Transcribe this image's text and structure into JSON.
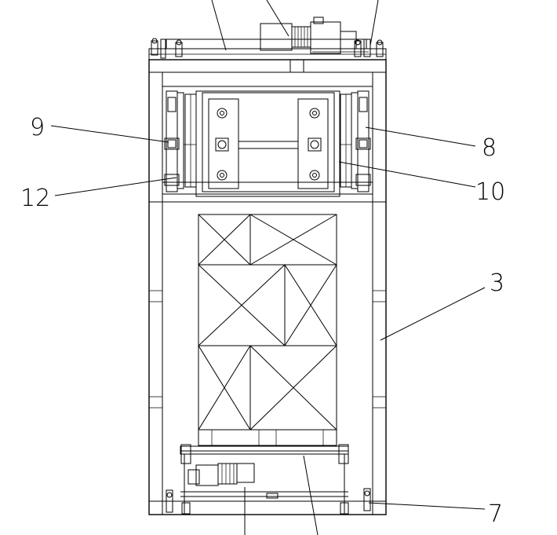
{
  "diagram": {
    "callouts": [
      {
        "id": "c9",
        "text": "9"
      },
      {
        "id": "c12",
        "text": "12"
      },
      {
        "id": "c8",
        "text": "8"
      },
      {
        "id": "c10",
        "text": "10"
      },
      {
        "id": "c3",
        "text": "3"
      },
      {
        "id": "c7",
        "text": "7"
      }
    ]
  }
}
